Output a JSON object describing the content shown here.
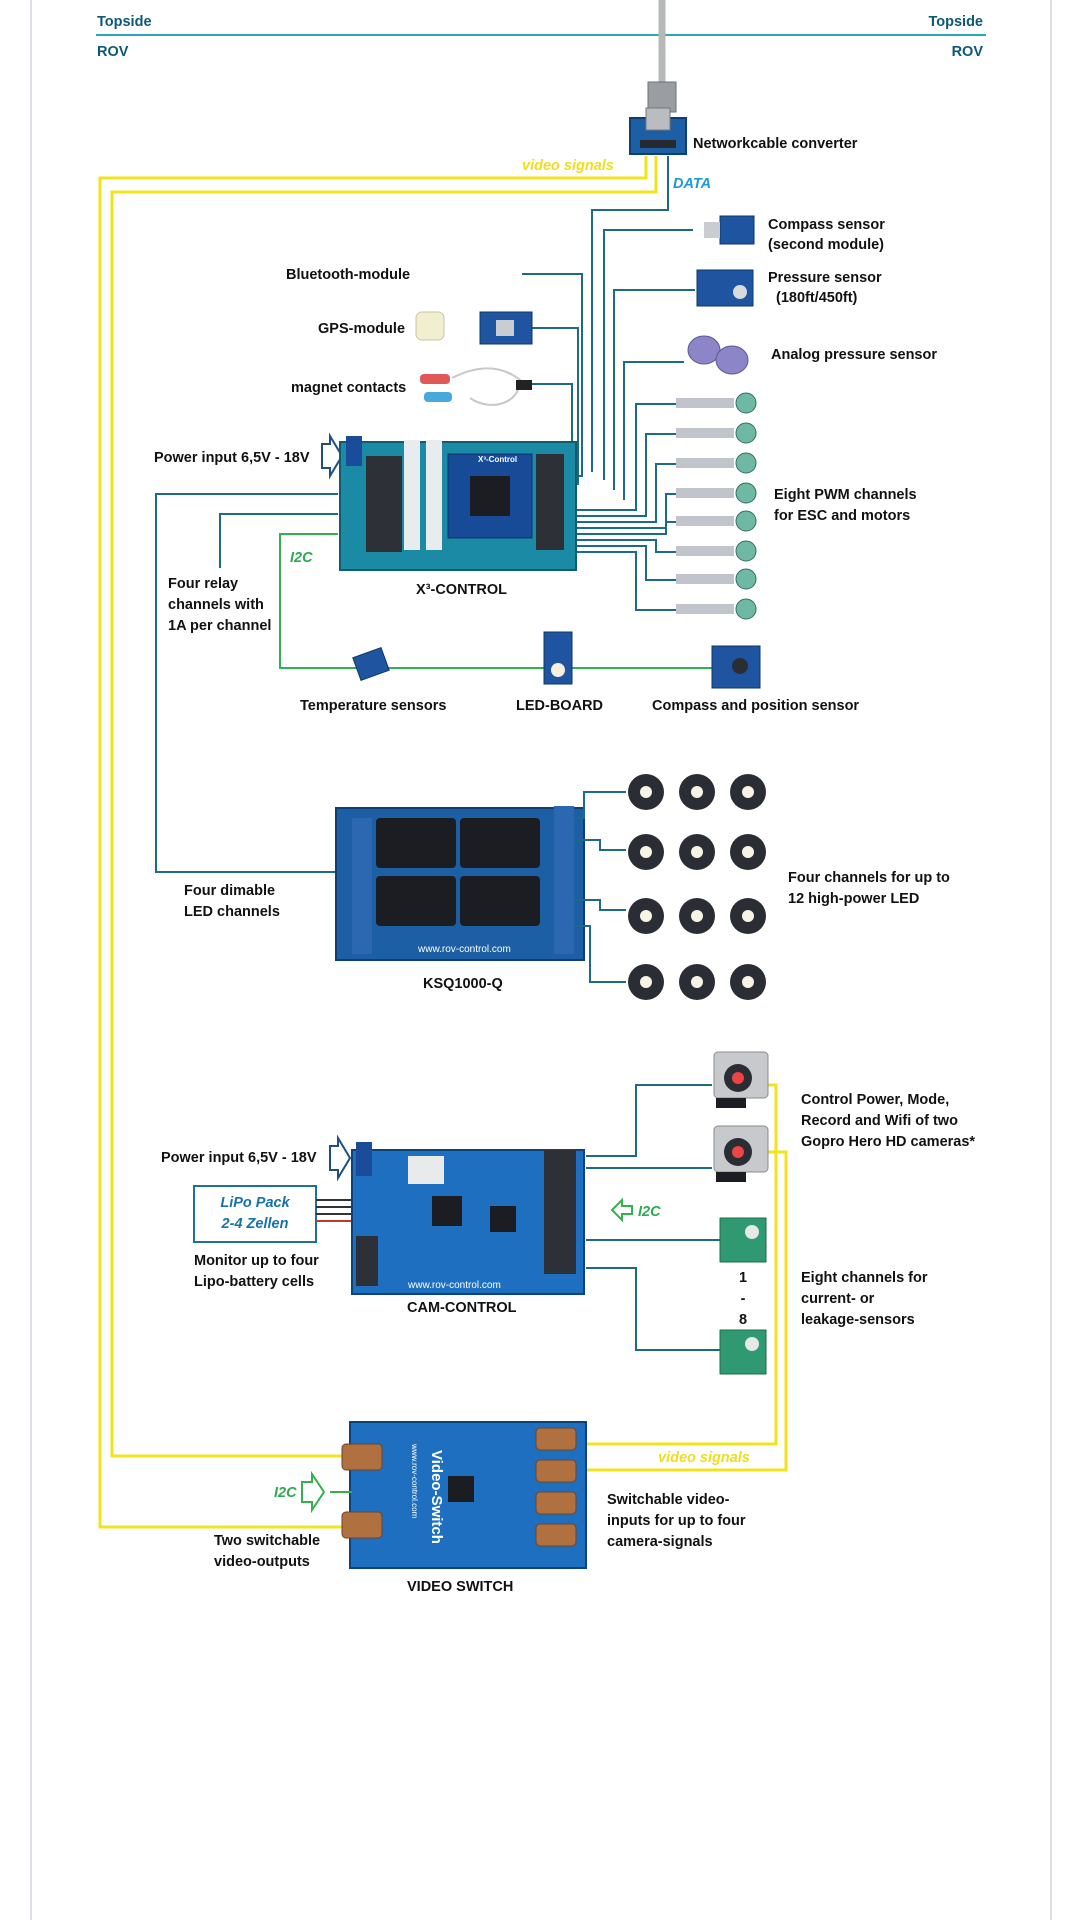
{
  "header": {
    "topside_left": "Topside",
    "topside_right": "Topside",
    "rov_left": "ROV",
    "rov_right": "ROV"
  },
  "signals": {
    "video_top": "video signals",
    "data": "DATA",
    "i2c_x3": "I2C",
    "i2c_cam": "I2C",
    "i2c_video": "I2C",
    "video_bottom": "video signals"
  },
  "components": {
    "network_converter": "Networkcable converter",
    "compass_sensor_line1": "Compass sensor",
    "compass_sensor_line2": "(second module)",
    "bluetooth_module": "Bluetooth-module",
    "pressure_sensor_line1": "Pressure sensor",
    "pressure_sensor_line2": "(180ft/450ft)",
    "gps_module": "GPS-module",
    "analog_pressure_sensor": "Analog pressure sensor",
    "magnet_contacts": "magnet contacts",
    "power_input_x3": "Power input 6,5V - 18V",
    "pwm_line1": "Eight PWM channels",
    "pwm_line2": "for ESC and motors",
    "relay_line1": "Four relay",
    "relay_line2": "channels with",
    "relay_line3": "1A per channel",
    "x3_control": "X³-CONTROL",
    "x3_board_text": "X³-Control",
    "temperature_sensors": "Temperature sensors",
    "led_board": "LED-BOARD",
    "compass_position_sensor": "Compass and position sensor",
    "dimable_line1": "Four dimable",
    "dimable_line2": "LED channels",
    "highpower_line1": "Four channels for up to",
    "highpower_line2": "12 high-power LED",
    "ksq_name": "KSQ1000-Q",
    "ksq_url": "www.rov-control.com",
    "gopro_line1": "Control Power, Mode,",
    "gopro_line2": "Record and Wifi of two",
    "gopro_line3": "Gopro Hero HD cameras*",
    "power_input_cam": "Power input 6,5V - 18V",
    "lipo_line1": "LiPo Pack",
    "lipo_line2": "2-4 Zellen",
    "monitor_line1": "Monitor up to four",
    "monitor_line2": "Lipo-battery cells",
    "cam_control": "CAM-CONTROL",
    "cam_url": "www.rov-control.com",
    "channel_index_top": "1",
    "channel_index_dash": "-",
    "channel_index_bottom": "8",
    "current_line1": "Eight channels for",
    "current_line2": "current- or",
    "current_line3": "leakage-sensors",
    "switchable_in_line1": "Switchable video-",
    "switchable_in_line2": "inputs for up to four",
    "switchable_in_line3": "camera-signals",
    "switchable_out_line1": "Two switchable",
    "switchable_out_line2": "video-outputs",
    "video_switch": "VIDEO SWITCH",
    "video_switch_board": "Video-Switch",
    "video_switch_url": "www.rov-control.com"
  },
  "colors": {
    "header_line": "#2aa7b8",
    "video_wire": "#f2e31c",
    "data_wire": "#1c6b86",
    "i2c_wire": "#33b04f",
    "board_blue": "#1d5fa5",
    "label_text": "#111111"
  }
}
